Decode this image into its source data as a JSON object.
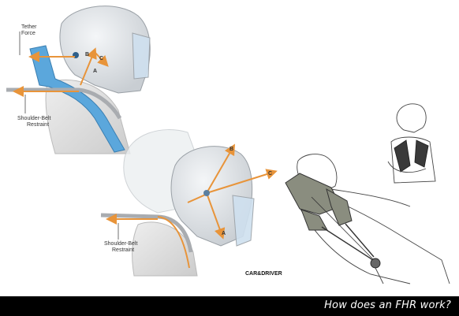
{
  "diagram1": {
    "tether_label": "Tether\nForce",
    "shoulder_label": "Shoulder-Belt\nRestraint",
    "vec_a": "A",
    "vec_b": "B",
    "vec_c": "C"
  },
  "diagram2": {
    "shoulder_label": "Shoulder-Belt\nRestraint",
    "vec_a": "A",
    "vec_b": "B",
    "vec_c": "C",
    "logo": "CAR&DRIVER"
  },
  "caption": "How does an FHR work?",
  "colors": {
    "arrow": "#e8943a",
    "device_blue": "#5ba7dc",
    "device_gray": "#8a8d7f",
    "caption_bg": "#000000"
  }
}
